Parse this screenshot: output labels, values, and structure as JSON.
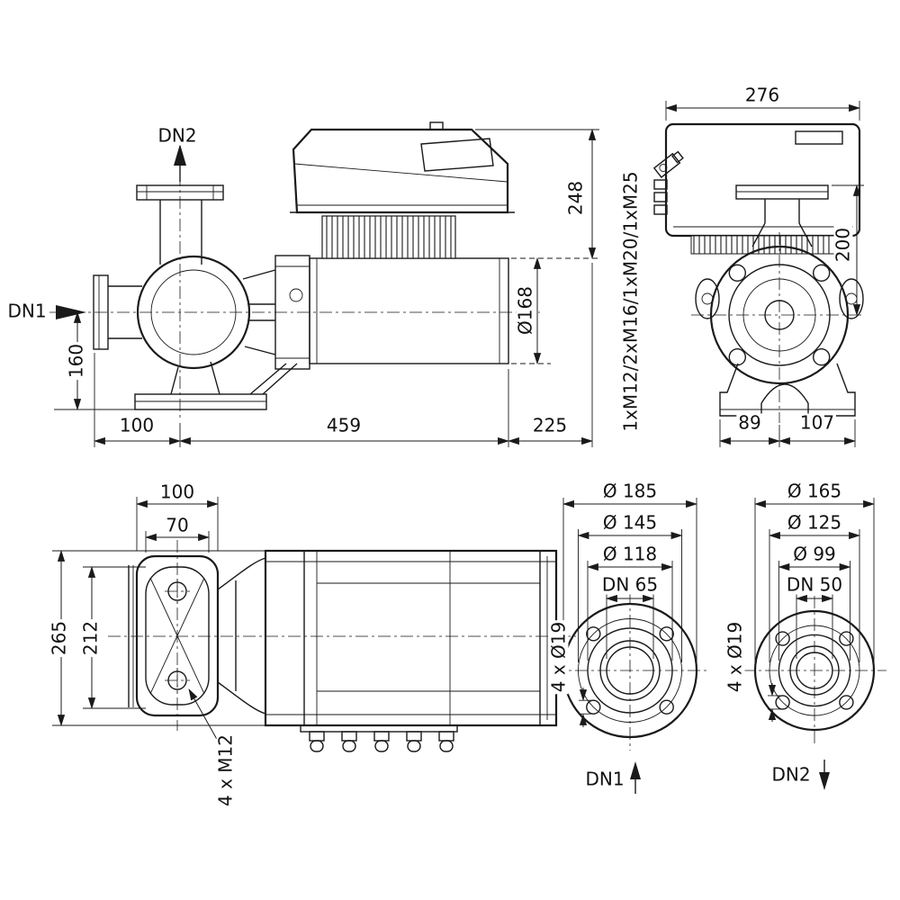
{
  "drawing": {
    "background": "#ffffff",
    "line_color": "#1a1a1a",
    "side_view": {
      "discharge_port": "DN2",
      "suction_port": "DN1",
      "dim_axis_to_base": "160",
      "dim_flange_to_axis": "100",
      "dim_axis_to_motor_end": "459",
      "dim_motor_end_overhang": "225",
      "dim_module_height": "248",
      "dim_motor_diameter": "Ø168"
    },
    "front_view": {
      "dim_module_width": "276",
      "dim_axis_to_flange_top": "200",
      "cable_glands": "1xM12/2xM16/1xM20/1xM25",
      "dim_foot_left": "89",
      "dim_foot_right": "107"
    },
    "top_view": {
      "dim_flange_width": "100",
      "dim_bolt_spacing": "70",
      "dim_overall_depth": "265",
      "dim_flange_depth": "212",
      "bolt_spec": "4 x M12"
    },
    "suction_flange": {
      "outer_diameter": "Ø 185",
      "bolt_circle": "Ø 145",
      "raised_face": "Ø 118",
      "nominal": "DN 65",
      "bolt_holes": "4 x Ø19",
      "port": "DN1"
    },
    "discharge_flange": {
      "outer_diameter": "Ø 165",
      "bolt_circle": "Ø 125",
      "raised_face": "Ø 99",
      "nominal": "DN 50",
      "bolt_holes": "4 x Ø19",
      "port": "DN2"
    }
  }
}
